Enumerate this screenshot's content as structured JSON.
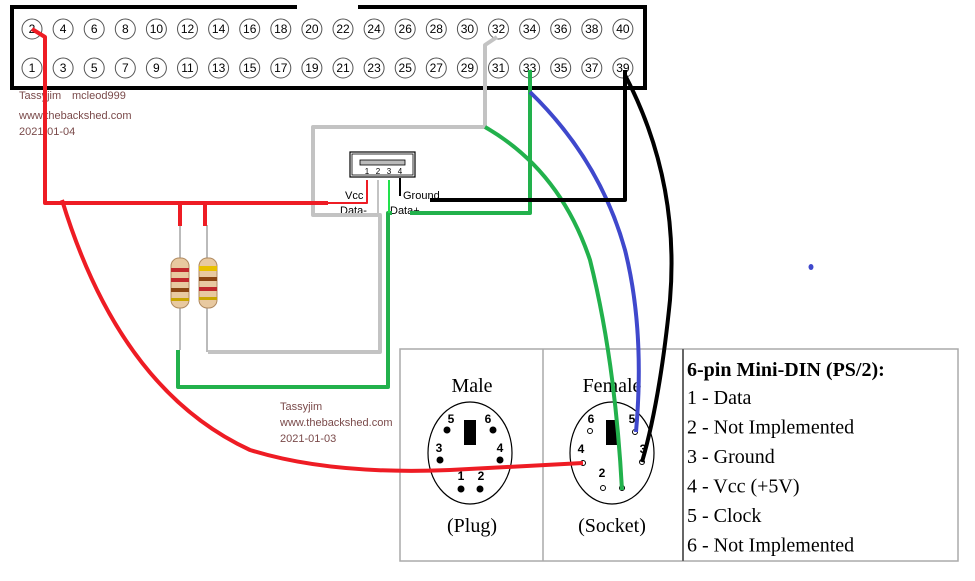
{
  "header": {
    "top_row": [
      "2",
      "4",
      "6",
      "8",
      "10",
      "12",
      "14",
      "16",
      "18",
      "20",
      "22",
      "24",
      "26",
      "28",
      "30",
      "32",
      "34",
      "36",
      "38",
      "40"
    ],
    "bottom_row": [
      "1",
      "3",
      "5",
      "7",
      "9",
      "11",
      "13",
      "15",
      "17",
      "19",
      "21",
      "23",
      "25",
      "27",
      "29",
      "31",
      "33",
      "35",
      "37",
      "39"
    ]
  },
  "watermark_top": {
    "name_a": "Tassyjim",
    "name_b": "mcleod999",
    "site": "www.thebackshed.com",
    "date": "2021-01-04"
  },
  "watermark_mid": {
    "name": "Tassyjim",
    "site": "www.thebackshed.com",
    "date": "2021-01-03"
  },
  "usb": {
    "pins": [
      "1",
      "2",
      "3",
      "4"
    ],
    "vcc": "Vcc",
    "data_minus": "Data-",
    "data_plus": "Data+",
    "ground": "Ground"
  },
  "connector_table": {
    "male_title": "Male",
    "male_caption": "(Plug)",
    "female_title": "Female",
    "female_caption": "(Socket)",
    "pin_labels": [
      "1",
      "2",
      "3",
      "4",
      "5",
      "6"
    ],
    "title": "6-pin Mini-DIN (PS/2):",
    "items": [
      "1 - Data",
      "2 - Not Implemented",
      "3 - Ground",
      "4 - Vcc (+5V)",
      "5 - Clock",
      "6 - Not Implemented"
    ]
  },
  "colors": {
    "vcc": "#ee1c24",
    "data_minus": "#c3c3c3",
    "data_plus": "#22b14c",
    "clock": "#3f48cc",
    "ground": "#000000"
  }
}
